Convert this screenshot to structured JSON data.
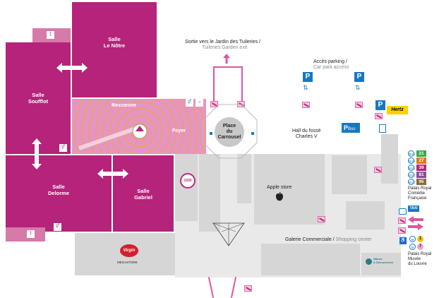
{
  "rooms": {
    "soufflot": "Salle\nSoufflot",
    "le_notre": "Salle\nLe Nôtre",
    "delorme": "Salle\nDelorme",
    "gabriel": "Salle\nGabriel"
  },
  "zones": {
    "mezzanine": "Mezzanine",
    "foyer": "Foyer",
    "place_du_carrousel": "Place\ndu\nCarrousel",
    "hall": "Hall du fossé\nCharles V",
    "apple_store": "Apple store",
    "galerie_fr": "Galerie Commerciale /",
    "galerie_en": "Shopping center"
  },
  "exits": {
    "tuileries_fr": "Sortie vers le Jardin des Tuileries /",
    "tuileries_en": "Tuileries Garden exit",
    "parking_fr": "Accès parking /",
    "parking_en": "Car park access"
  },
  "parking_symbol": "P",
  "bus_parking": "Bus",
  "transport": {
    "bus_lines": [
      {
        "number": "21",
        "color": "#3aa84a"
      },
      {
        "number": "27",
        "color": "#d97a1c"
      },
      {
        "number": "39",
        "color": "#b5237a"
      },
      {
        "number": "81",
        "color": "#8a4a9a"
      },
      {
        "number": "95",
        "color": "#8a6a3a"
      }
    ],
    "bus_label": "BUS",
    "station_1": "Palais Royal\nComédie\nFrançaise",
    "taxi": "TAXI",
    "metro_lines": [
      "1",
      "7"
    ],
    "metro_label": "M",
    "station_2": "Palais Royal\nMusée\ndu Louvre"
  },
  "stores": {
    "hertz": "Hertz",
    "virgin": "Virgin",
    "virgin_sub": "MEGASTORE",
    "nature": "Nature\n& Découvertes",
    "badge": "1930"
  },
  "colors": {
    "magenta": "#b5237a",
    "pink_accent": "#e0559a",
    "blue": "#1778c2",
    "grey_shop": "#d6d6d6",
    "foyer_orange": "#f5a623"
  }
}
